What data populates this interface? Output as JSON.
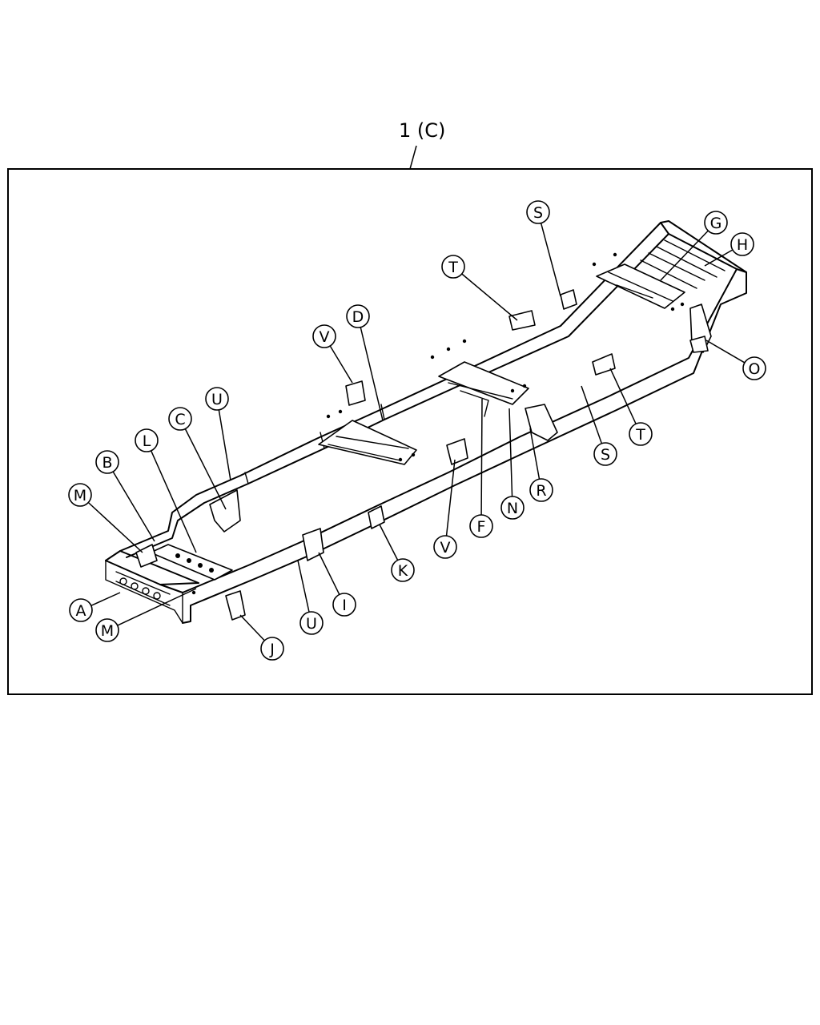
{
  "title": "1 (C)",
  "callouts": [
    {
      "id": "S-top",
      "label": "S"
    },
    {
      "id": "G",
      "label": "G"
    },
    {
      "id": "H",
      "label": "H"
    },
    {
      "id": "T-top",
      "label": "T"
    },
    {
      "id": "D",
      "label": "D"
    },
    {
      "id": "V-top",
      "label": "V"
    },
    {
      "id": "O",
      "label": "O"
    },
    {
      "id": "U-top",
      "label": "U"
    },
    {
      "id": "C",
      "label": "C"
    },
    {
      "id": "L",
      "label": "L"
    },
    {
      "id": "B",
      "label": "B"
    },
    {
      "id": "M-top",
      "label": "M"
    },
    {
      "id": "T-right",
      "label": "T"
    },
    {
      "id": "S-right",
      "label": "S"
    },
    {
      "id": "R",
      "label": "R"
    },
    {
      "id": "N",
      "label": "N"
    },
    {
      "id": "F",
      "label": "F"
    },
    {
      "id": "V-bottom",
      "label": "V"
    },
    {
      "id": "K",
      "label": "K"
    },
    {
      "id": "I",
      "label": "I"
    },
    {
      "id": "U-bottom",
      "label": "U"
    },
    {
      "id": "J",
      "label": "J"
    },
    {
      "id": "A",
      "label": "A"
    },
    {
      "id": "M-bottom",
      "label": "M"
    }
  ]
}
